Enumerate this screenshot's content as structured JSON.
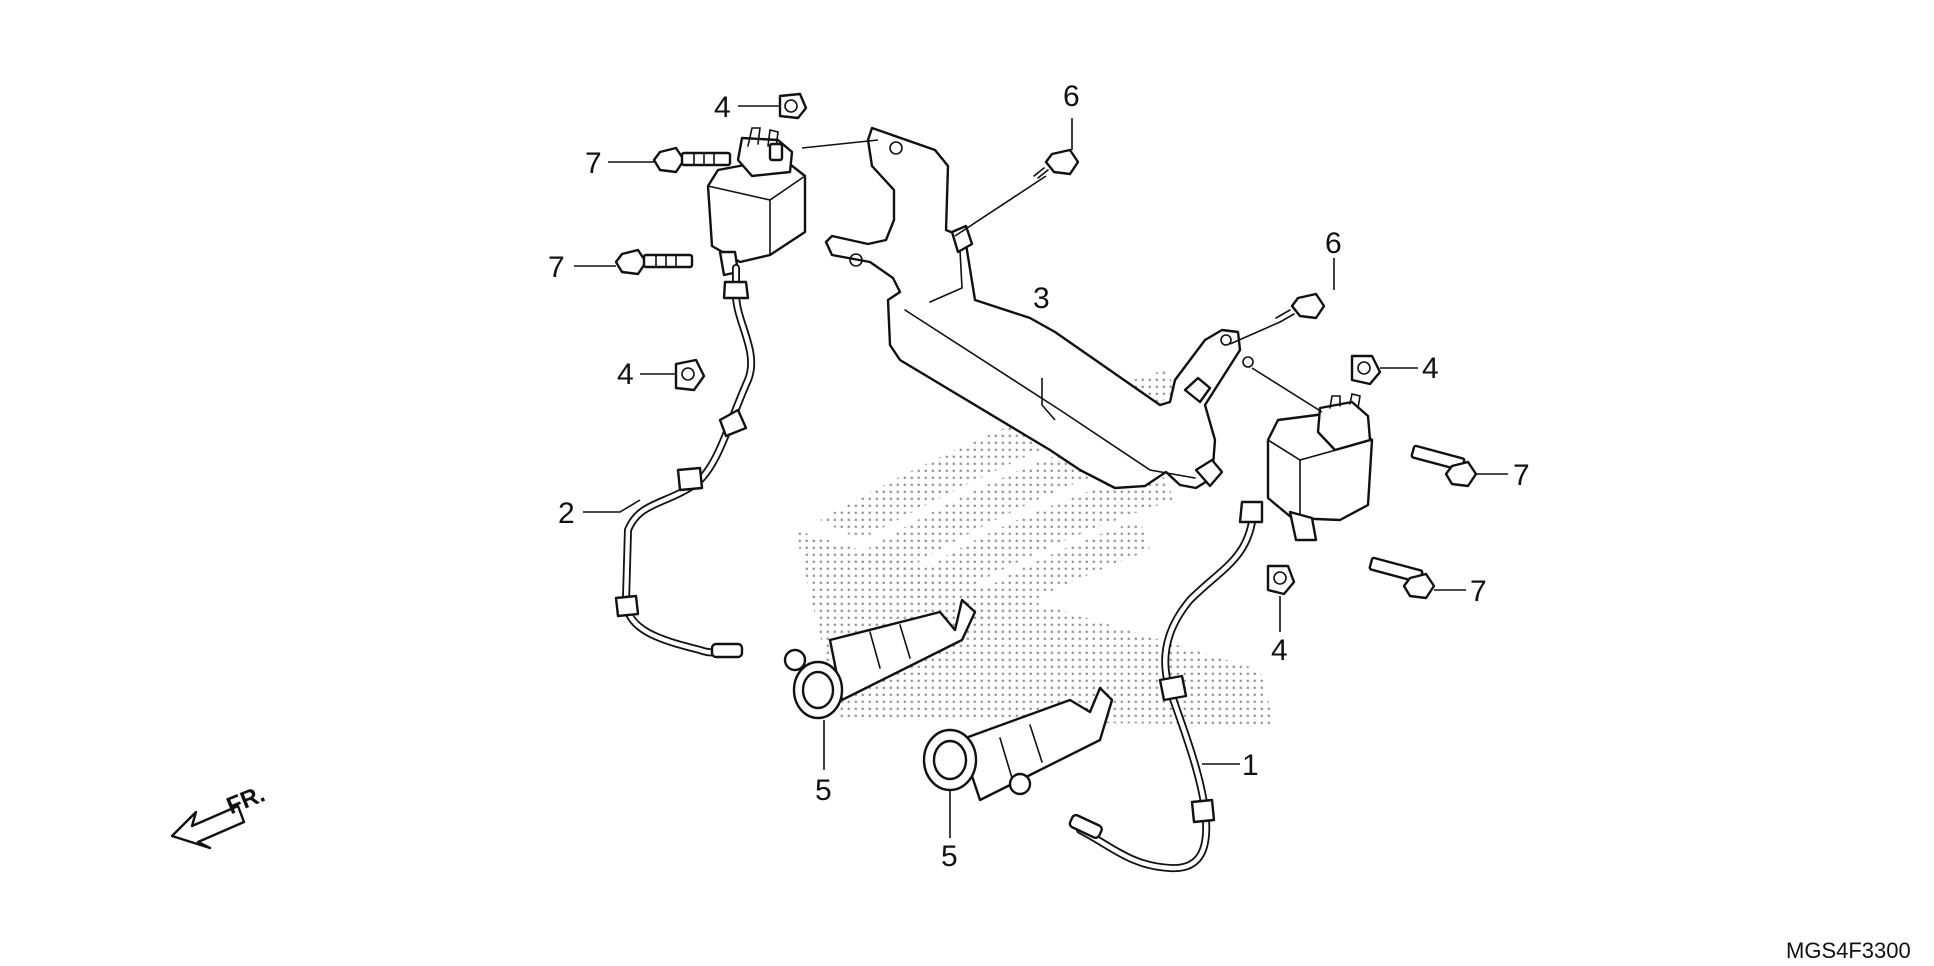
{
  "diagram": {
    "part_code": "MGS4F3300",
    "front_indicator": "FR.",
    "callouts": {
      "wire_right": "1",
      "wire_left": "2",
      "bracket": "3",
      "clip_top_left": "4",
      "clip_mid_left": "4",
      "clip_right": "4",
      "clip_lower_right": "4",
      "cap_left": "5",
      "cap_right": "5",
      "bolt6_top": "6",
      "bolt6_right": "6",
      "bolt7_tl1": "7",
      "bolt7_tl2": "7",
      "bolt7_r1": "7",
      "bolt7_r2": "7"
    }
  }
}
